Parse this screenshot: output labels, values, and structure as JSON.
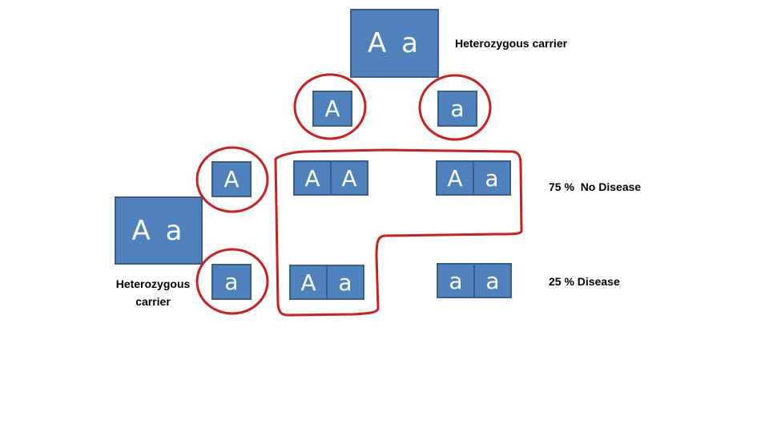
{
  "parent_top": {
    "genotype": "A a",
    "label": "Heterozygous carrier",
    "alleles": [
      "A",
      "a"
    ]
  },
  "parent_left": {
    "genotype": "A a",
    "label_line1": "Heterozygous",
    "label_line2": "carrier",
    "alleles": [
      "A",
      "a"
    ]
  },
  "punnett": {
    "row1": [
      {
        "left": "A",
        "right": "A"
      },
      {
        "left": "A",
        "right": "a"
      }
    ],
    "row2": [
      {
        "left": "A",
        "right": "a"
      },
      {
        "left": "a",
        "right": "a"
      }
    ]
  },
  "results": {
    "row1": "75 %  No Disease",
    "row2": "25 % Disease"
  },
  "colors": {
    "box_fill": "#4f81bd",
    "box_border": "#385d8a",
    "circle": "#cc1f1f"
  }
}
